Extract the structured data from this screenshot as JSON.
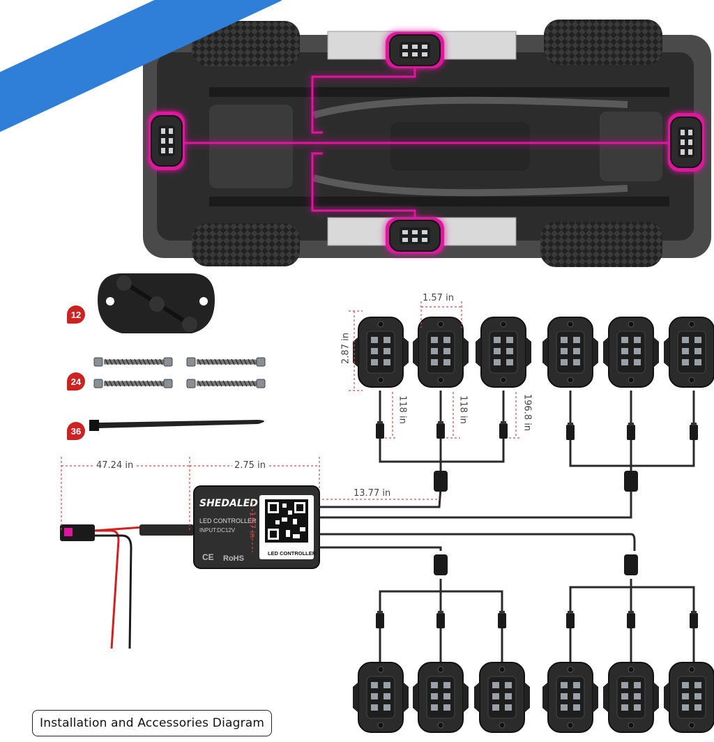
{
  "brand": {
    "name": "SHEDALED",
    "banner_color": "#2f7fd8"
  },
  "caption": "Installation and Accessories Diagram",
  "colors": {
    "glow": "#e0149e",
    "dim_line": "#d64a4a",
    "wire": "#2a2a2a",
    "body": "#3a3a3a"
  },
  "accessories": {
    "mount_plate_qty": "12",
    "screw_qty": "24",
    "cable_tie_qty": "36"
  },
  "controller": {
    "brand": "SHEDALED",
    "line1": "LED CONTROLLER",
    "line2": "INPUT:DC12V",
    "qr_label": "LED CONTROLLER",
    "ce": "CE",
    "rohs": "RoHS"
  },
  "dimensions": {
    "pod_width": "1.57 in",
    "pod_height": "2.87 in",
    "pod_lead_a": "118 in",
    "pod_lead_b": "118 in",
    "pod_lead_c": "196.8 in",
    "power_lead": "47.24 in",
    "controller_width": "2.75 in",
    "controller_height": "1.97 in",
    "splitter_lead": "13.77 in"
  },
  "icons": [
    "rock-light-pod-icon",
    "qr-code-icon",
    "car-chassis-image",
    "screw-icon",
    "cable-tie-icon",
    "mount-plate-icon",
    "power-plug-icon"
  ]
}
